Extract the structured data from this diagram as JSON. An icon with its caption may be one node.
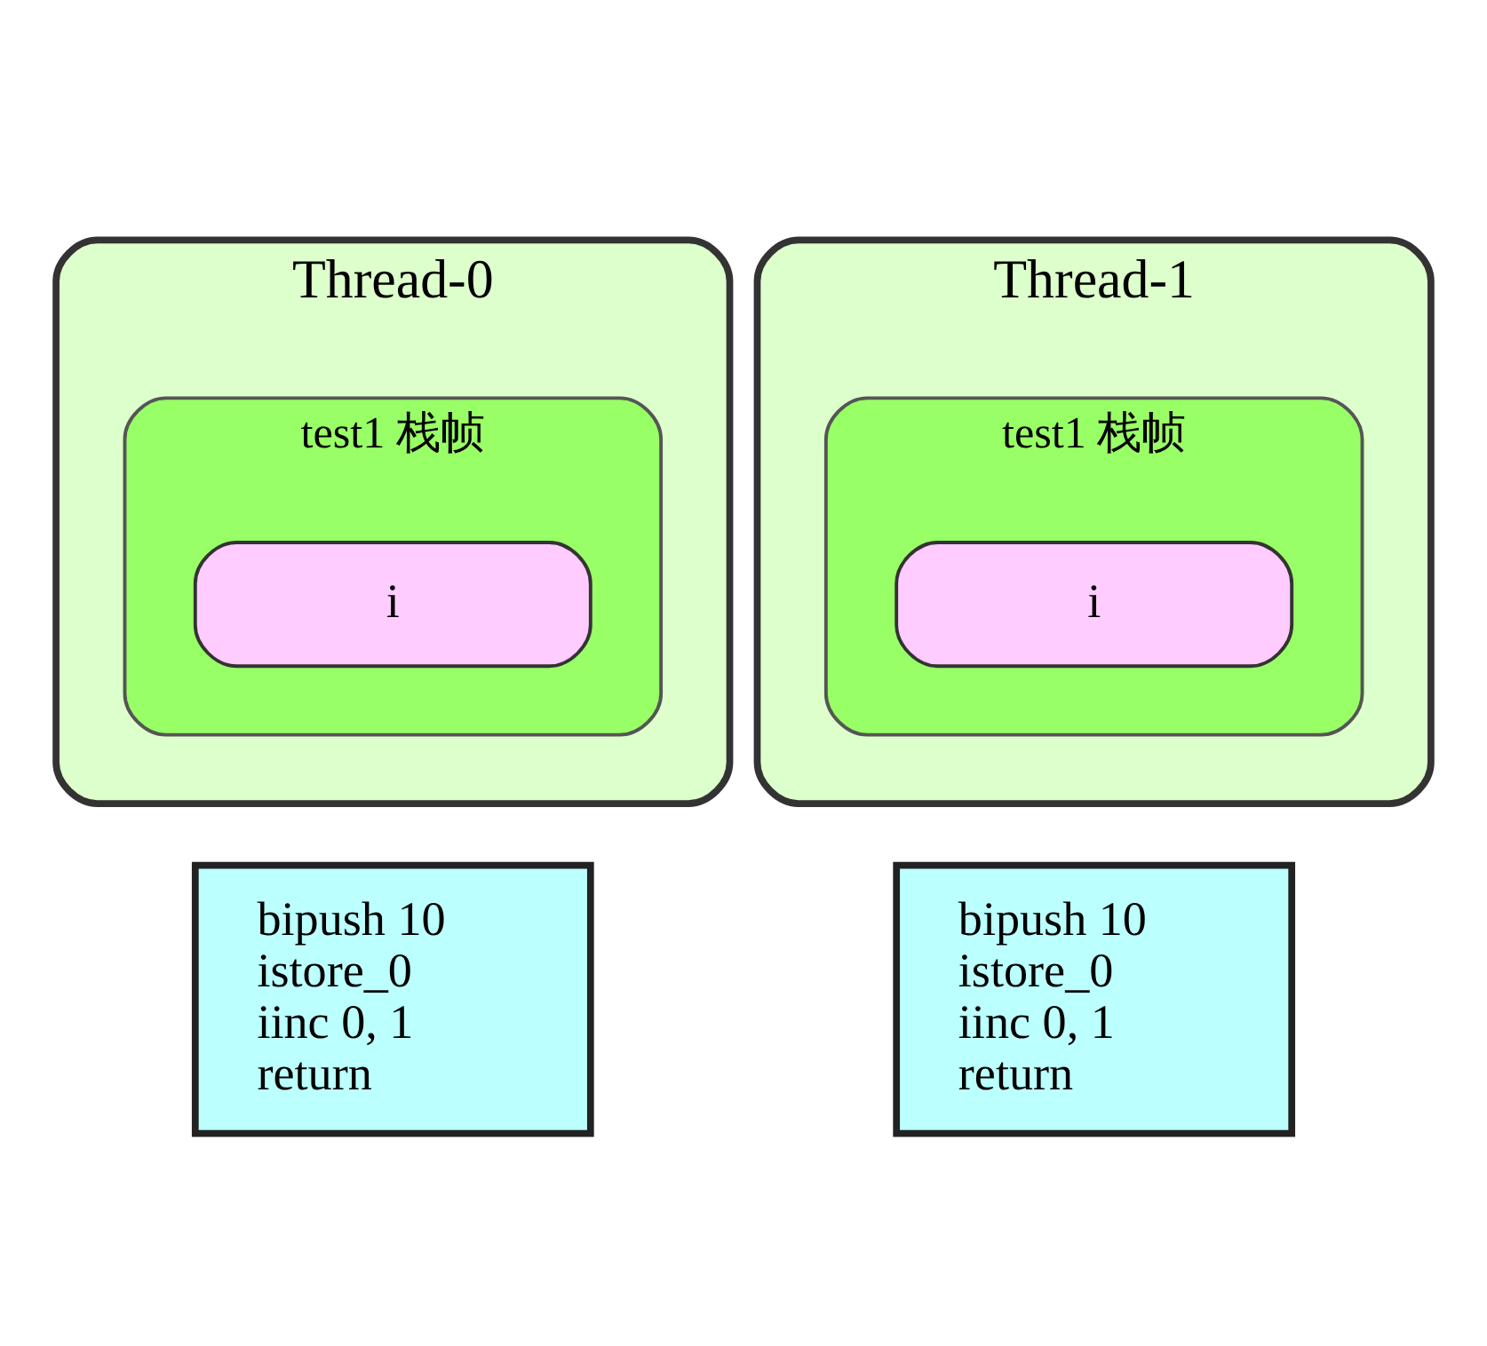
{
  "diagram": {
    "nodes": [
      {
        "text": [
          "Thread-0"
        ]
      },
      {
        "text": [
          "test1 栈帧"
        ],
        "in": 0
      },
      {
        "text": [
          "i"
        ],
        "in": 1
      },
      {
        "text": [
          "Thread-1"
        ]
      },
      {
        "text": [
          "test1 栈帧"
        ],
        "in": 3
      },
      {
        "text": [
          "i"
        ],
        "in": 4
      },
      {
        "text": [
          "bipush 10",
          "istore_0",
          "iinc 0, 1",
          "return"
        ]
      },
      {
        "text": [
          "bipush 10",
          "istore_0",
          "iinc 0, 1",
          "return"
        ]
      }
    ]
  }
}
